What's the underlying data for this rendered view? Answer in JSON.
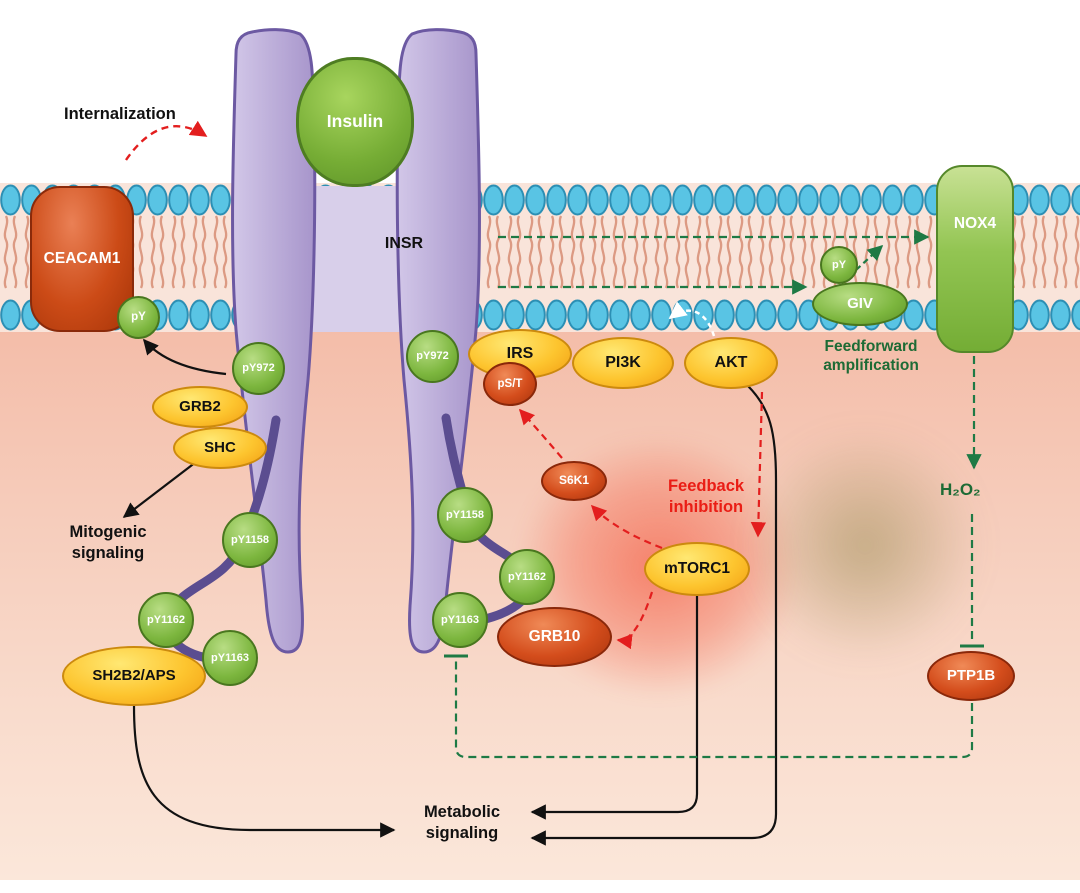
{
  "title": "Insulin receptor signaling pathway diagram",
  "colors": {
    "membrane_bead": "#59c4e4",
    "membrane_bead_stroke": "#2c8fb4",
    "lipid_tail": "#dc9a83",
    "receptor_purple": "#b9abd6",
    "receptor_stroke": "#6c59a2",
    "node_yellow": "#fdc52f",
    "node_green": "#7cb63e",
    "node_red": "#cc4b17",
    "arrow_black": "#111111",
    "arrow_red": "#e31e1e",
    "arrow_green": "#1e7a45",
    "feedback_text": "#ea1d15",
    "feedforward_text": "#1d6b35"
  },
  "nodes": {
    "insulin": "Insulin",
    "insr": "INSR",
    "ceacam1": "CEACAM1",
    "ceacam1_py": "pY",
    "py972_left": "pY972",
    "py972_right": "pY972",
    "grb2": "GRB2",
    "shc": "SHC",
    "py1158_left": "pY1158",
    "py1162_left": "pY1162",
    "py1163_left": "pY1163",
    "sh2b2_aps": "SH2B2/APS",
    "py1158_right": "pY1158",
    "py1162_right": "pY1162",
    "py1163_right": "pY1163",
    "grb10": "GRB10",
    "irs": "IRS",
    "ps_t": "pS/T",
    "pi3k": "PI3K",
    "akt": "AKT",
    "s6k1": "S6K1",
    "mtorc1": "mTORC1",
    "giv": "GIV",
    "giv_py": "pY",
    "nox4": "NOX4",
    "h2o2": "H₂O₂",
    "ptp1b": "PTP1B"
  },
  "annotations": {
    "internalization": "Internalization",
    "mitogenic_signaling": "Mitogenic signaling",
    "metabolic_signaling": "Metabolic signaling",
    "feedback_inhibition": "Feedback inhibition",
    "feedforward_amplification": "Feedforward amplification"
  }
}
